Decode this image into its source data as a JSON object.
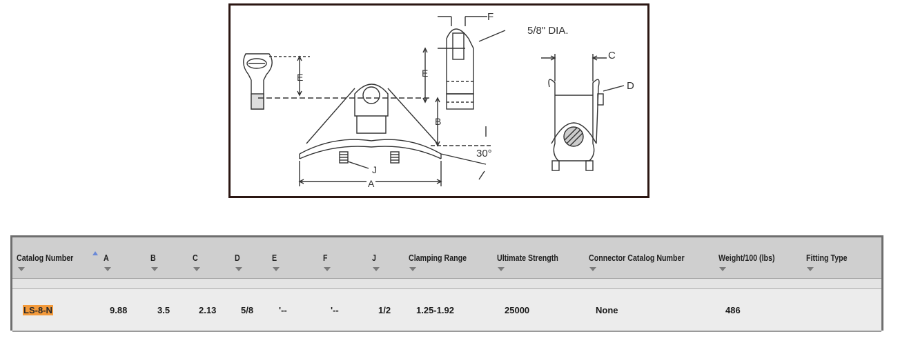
{
  "drawing": {
    "labels": {
      "f": "F",
      "dia": "5/8\" DIA.",
      "e1": "E",
      "e2": "E",
      "b": "B",
      "c": "C",
      "d": "D",
      "angle": "30°",
      "j": "J",
      "a": "A"
    }
  },
  "table": {
    "columns": [
      "Catalog Number",
      "A",
      "B",
      "C",
      "D",
      "E",
      "F",
      "J",
      "Clamping Range",
      "Ultimate Strength",
      "Connector Catalog Number",
      "Weight/100 (lbs)",
      "Fitting Type"
    ],
    "sorted_column": "Catalog Number",
    "sort_direction": "ascending",
    "rows": [
      {
        "catalog_number": "LS-8-N",
        "a": "9.88",
        "b": "3.5",
        "c": "2.13",
        "d": "5/8",
        "e": "'--",
        "f": "'--",
        "j": "1/2",
        "clamping_range": "1.25-1.92",
        "ultimate_strength": "25000",
        "connector_catalog_number": "None",
        "weight": "486",
        "fitting_type": ""
      }
    ]
  },
  "colors": {
    "highlight": "#f39a3b",
    "header_bg": "#cfcfcf",
    "row_bg": "#ececec",
    "frame": "#2b1612",
    "sort_indicator": "#6b8ad8"
  }
}
